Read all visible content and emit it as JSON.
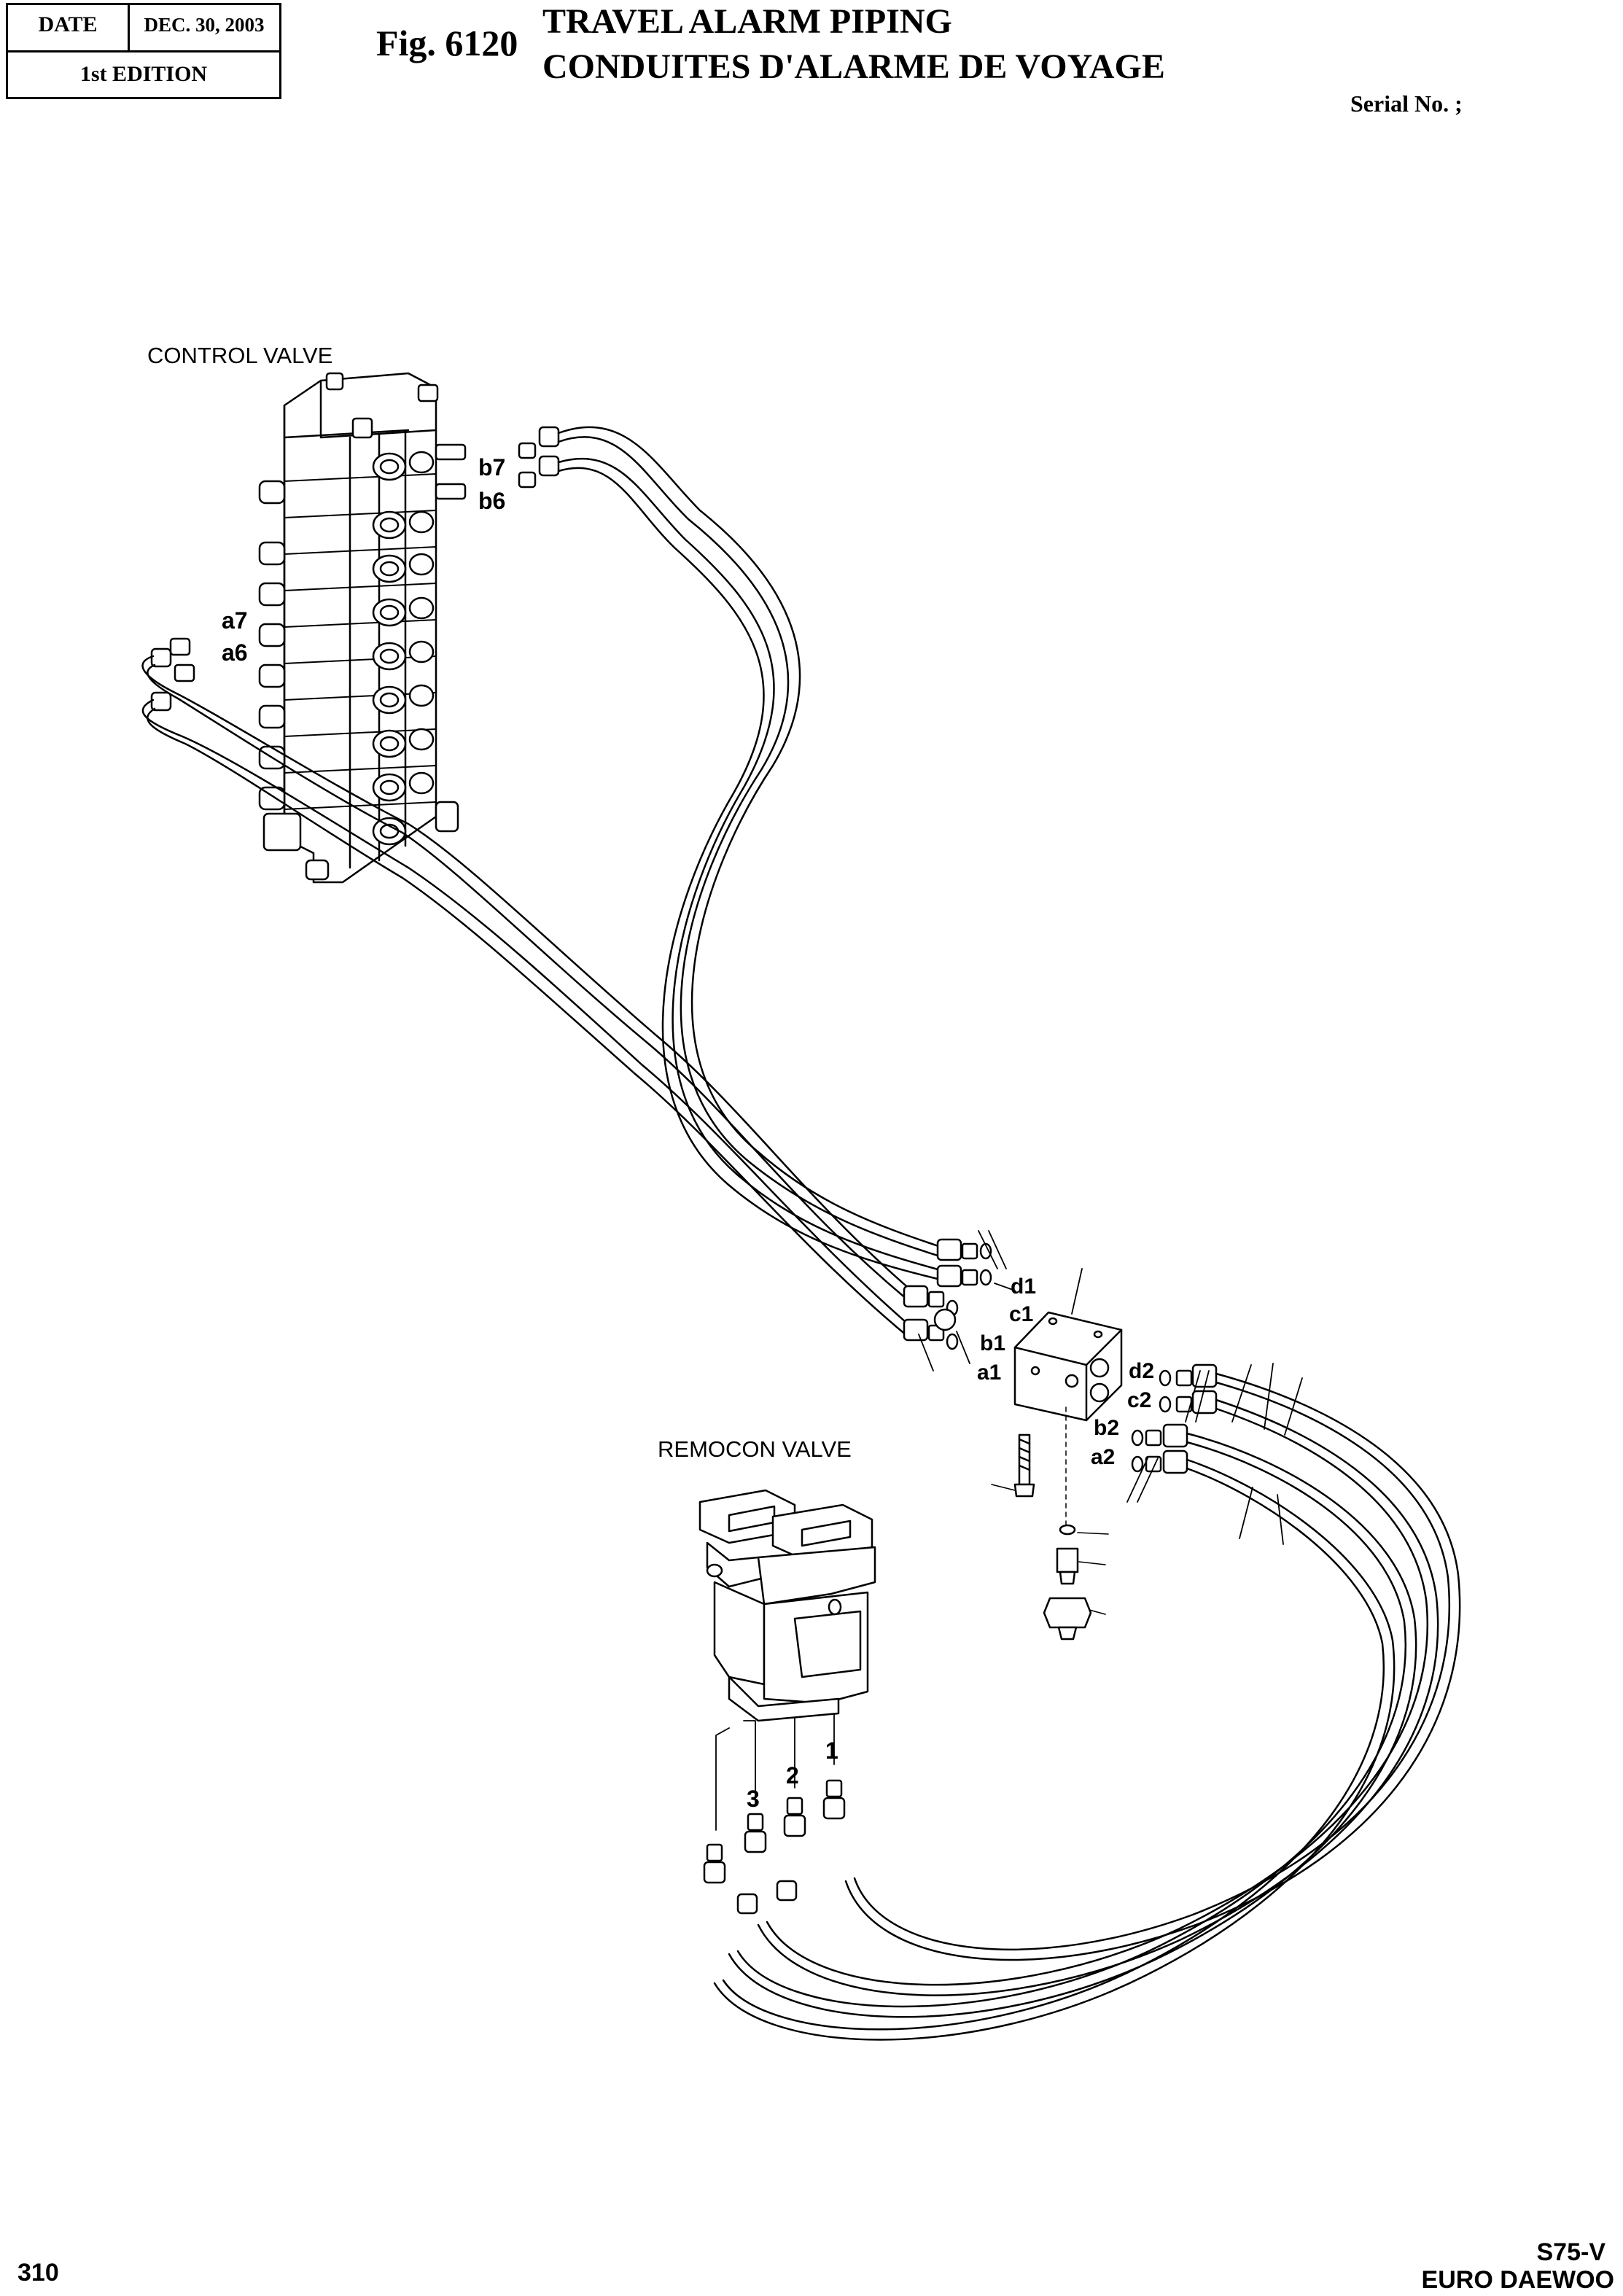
{
  "header": {
    "date_label": "DATE",
    "date_value": "DEC. 30, 2003",
    "edition": "1st EDITION"
  },
  "title": {
    "fig": "Fig. 6120",
    "line1": "TRAVEL ALARM PIPING",
    "line2": "CONDUITES D'ALARME DE VOYAGE"
  },
  "serial": "Serial No. ;",
  "diagram": {
    "components": {
      "control_valve": "CONTROL VALVE",
      "remocon_valve": "REMOCON VALVE"
    },
    "ports": {
      "b7": "b7",
      "b6": "b6",
      "a7": "a7",
      "a6": "a6",
      "d1": "d1",
      "c1": "c1",
      "b1": "b1",
      "a1": "a1",
      "d2": "d2",
      "c2": "c2",
      "b2": "b2",
      "a2": "a2",
      "p1": "1",
      "p2": "2",
      "p3": "3"
    }
  },
  "footer": {
    "page": "310",
    "model": "S75-V",
    "brand": "EURO DAEWOO"
  }
}
